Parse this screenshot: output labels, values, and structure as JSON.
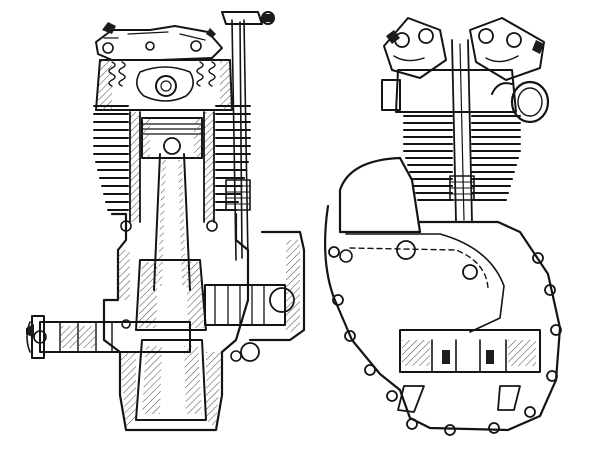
{
  "figure": {
    "type": "engineering-line-drawing",
    "views": [
      {
        "name": "sectional-elevation",
        "icon": "engine-cutaway-icon"
      },
      {
        "name": "side-elevation",
        "icon": "engine-side-view-icon"
      }
    ],
    "colors": {
      "ink": "#141414",
      "paper": "#ffffff",
      "hatch": "#555555"
    },
    "fin_counts": {
      "left_cylinder": 14,
      "right_cylinder": 13
    }
  }
}
